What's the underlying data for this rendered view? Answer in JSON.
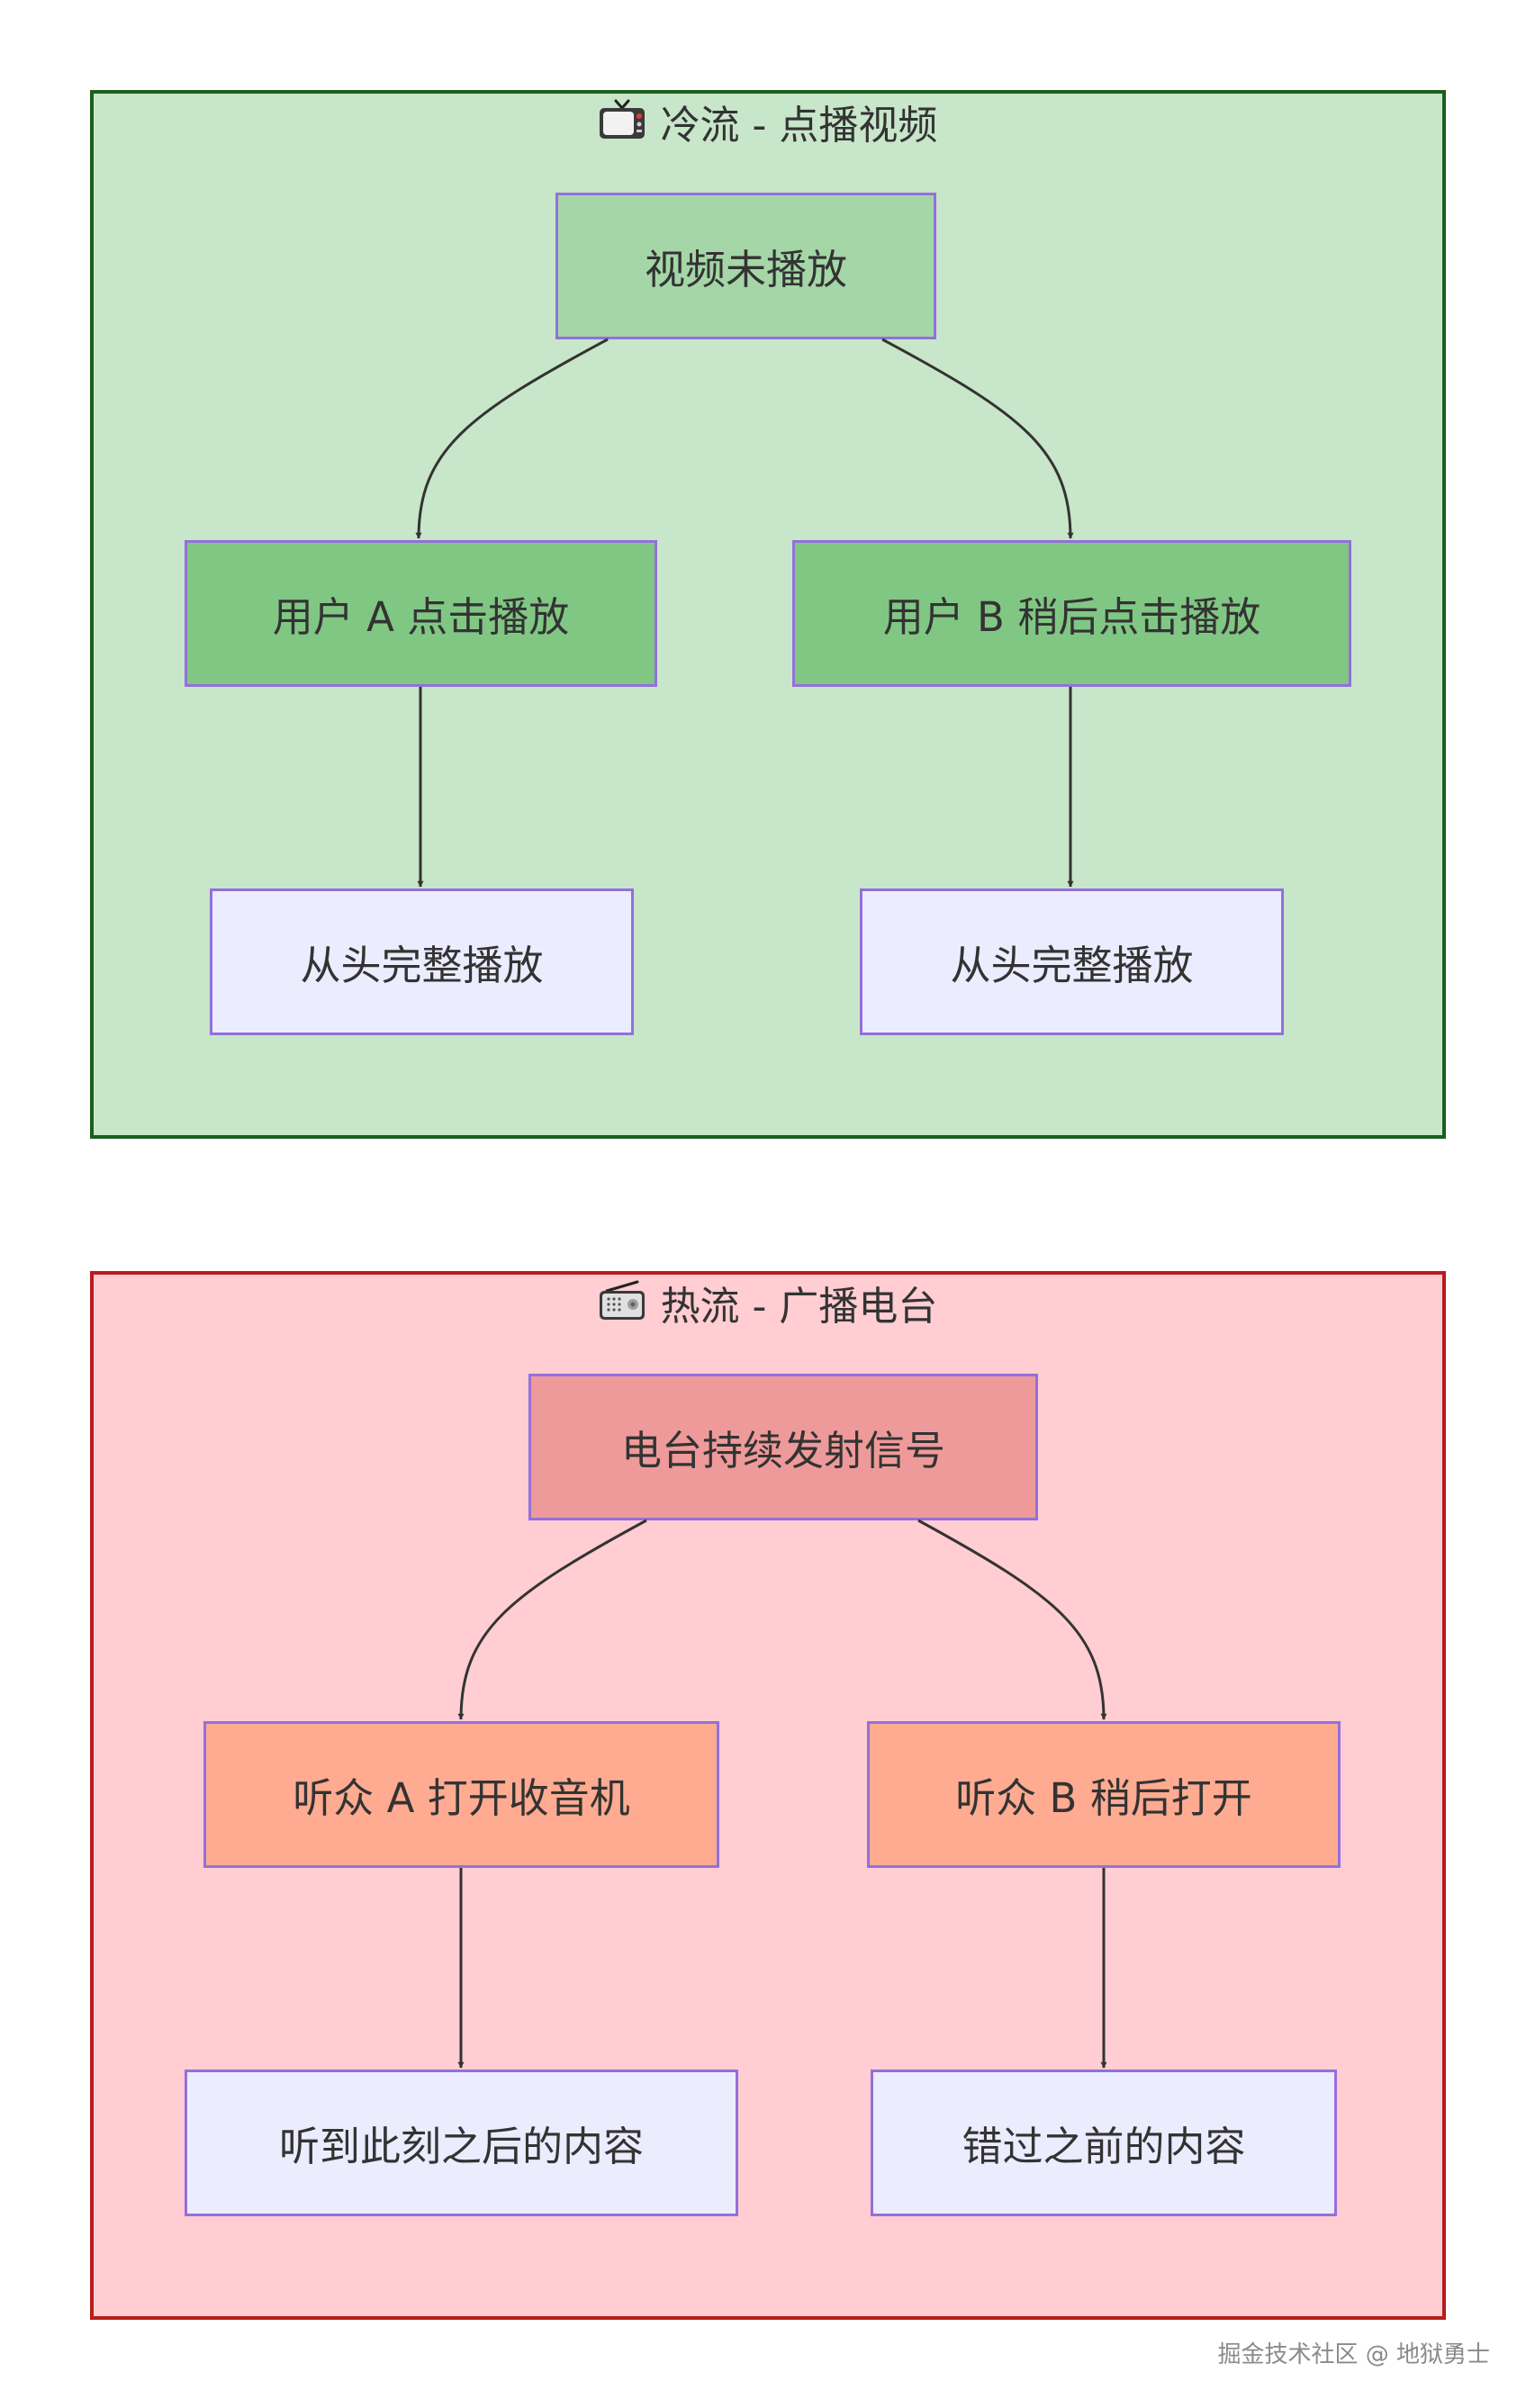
{
  "cold_stream": {
    "title": "冷流 - 点播视频",
    "title_icon": "tv-icon",
    "border_color": "#1b5e20",
    "fill_color": "#c8e6c9",
    "nodes": {
      "video_not_played": "视频未播放",
      "user_a_play": "用户 A 点击播放",
      "user_b_play_later": "用户 B 稍后点击播放",
      "a_full_playback": "从头完整播放",
      "b_full_playback": "从头完整播放"
    }
  },
  "hot_stream": {
    "title": "热流 - 广播电台",
    "title_icon": "radio-icon",
    "border_color": "#b71c1c",
    "fill_color": "#ffcdd2",
    "nodes": {
      "station_broadcasting": "电台持续发射信号",
      "listener_a_open": "听众 A 打开收音机",
      "listener_b_open_later": "听众 B 稍后打开",
      "hear_after_now": "听到此刻之后的内容",
      "miss_before": "错过之前的内容"
    }
  },
  "watermark": "掘金技术社区 @ 地狱勇士"
}
